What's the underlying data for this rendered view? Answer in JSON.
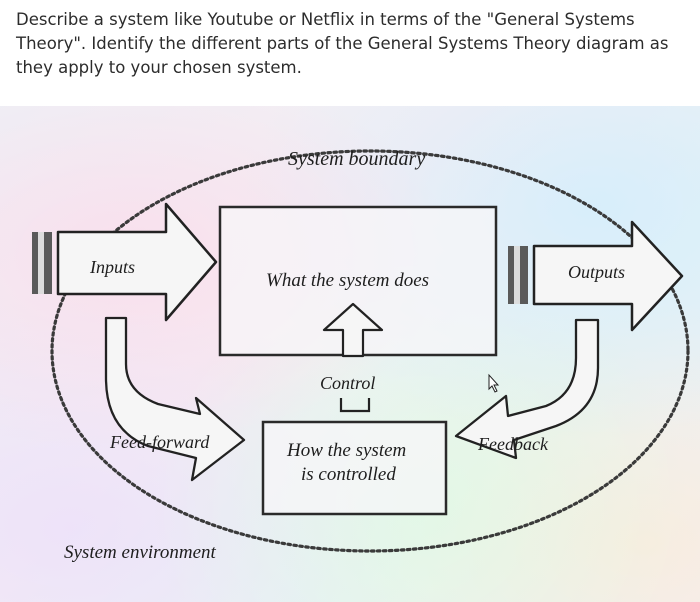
{
  "question": {
    "text": "Describe a system like Youtube or Netflix in terms of the \"General Systems Theory\". Identify the different parts of the General Systems Theory diagram as they apply to your chosen system."
  },
  "diagram": {
    "system_boundary": "System boundary",
    "inputs": "Inputs",
    "outputs": "Outputs",
    "what_system_does": "What the system does",
    "control": "Control",
    "how_controlled_line1": "How the system",
    "how_controlled_line2": "is controlled",
    "feed_forward": "Feed-forward",
    "feedback": "Feedback",
    "system_environment": "System environment"
  }
}
